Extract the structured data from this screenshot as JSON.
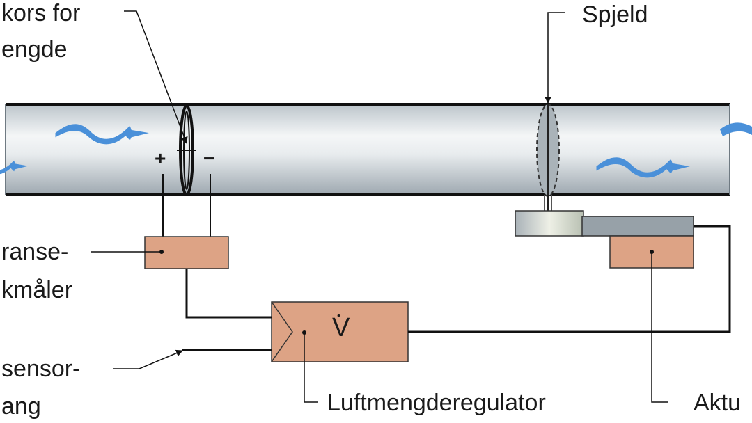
{
  "labels": {
    "flow_cross_line1": "kors for",
    "flow_cross_line2": "engde",
    "damper": "Spjeld",
    "pressure_line1": "ranse-",
    "pressure_line2": "kmåler",
    "sensor_line1": "sensor-",
    "sensor_line2": "ang",
    "regulator": "Luftmengderegulator",
    "actuator": "Aktu",
    "plus": "+",
    "minus": "−",
    "regulator_symbol": "V"
  },
  "colors": {
    "duct_light": "#eef1f3",
    "duct_dark": "#a9b3ba",
    "flow_arrow": "#4a90d9",
    "box_fill": "#dda385",
    "actuator_grey": "#97a1a8",
    "line": "#111111"
  },
  "icons": [
    "flow-arrow-icon",
    "orifice-cross-icon",
    "damper-blade-icon"
  ]
}
